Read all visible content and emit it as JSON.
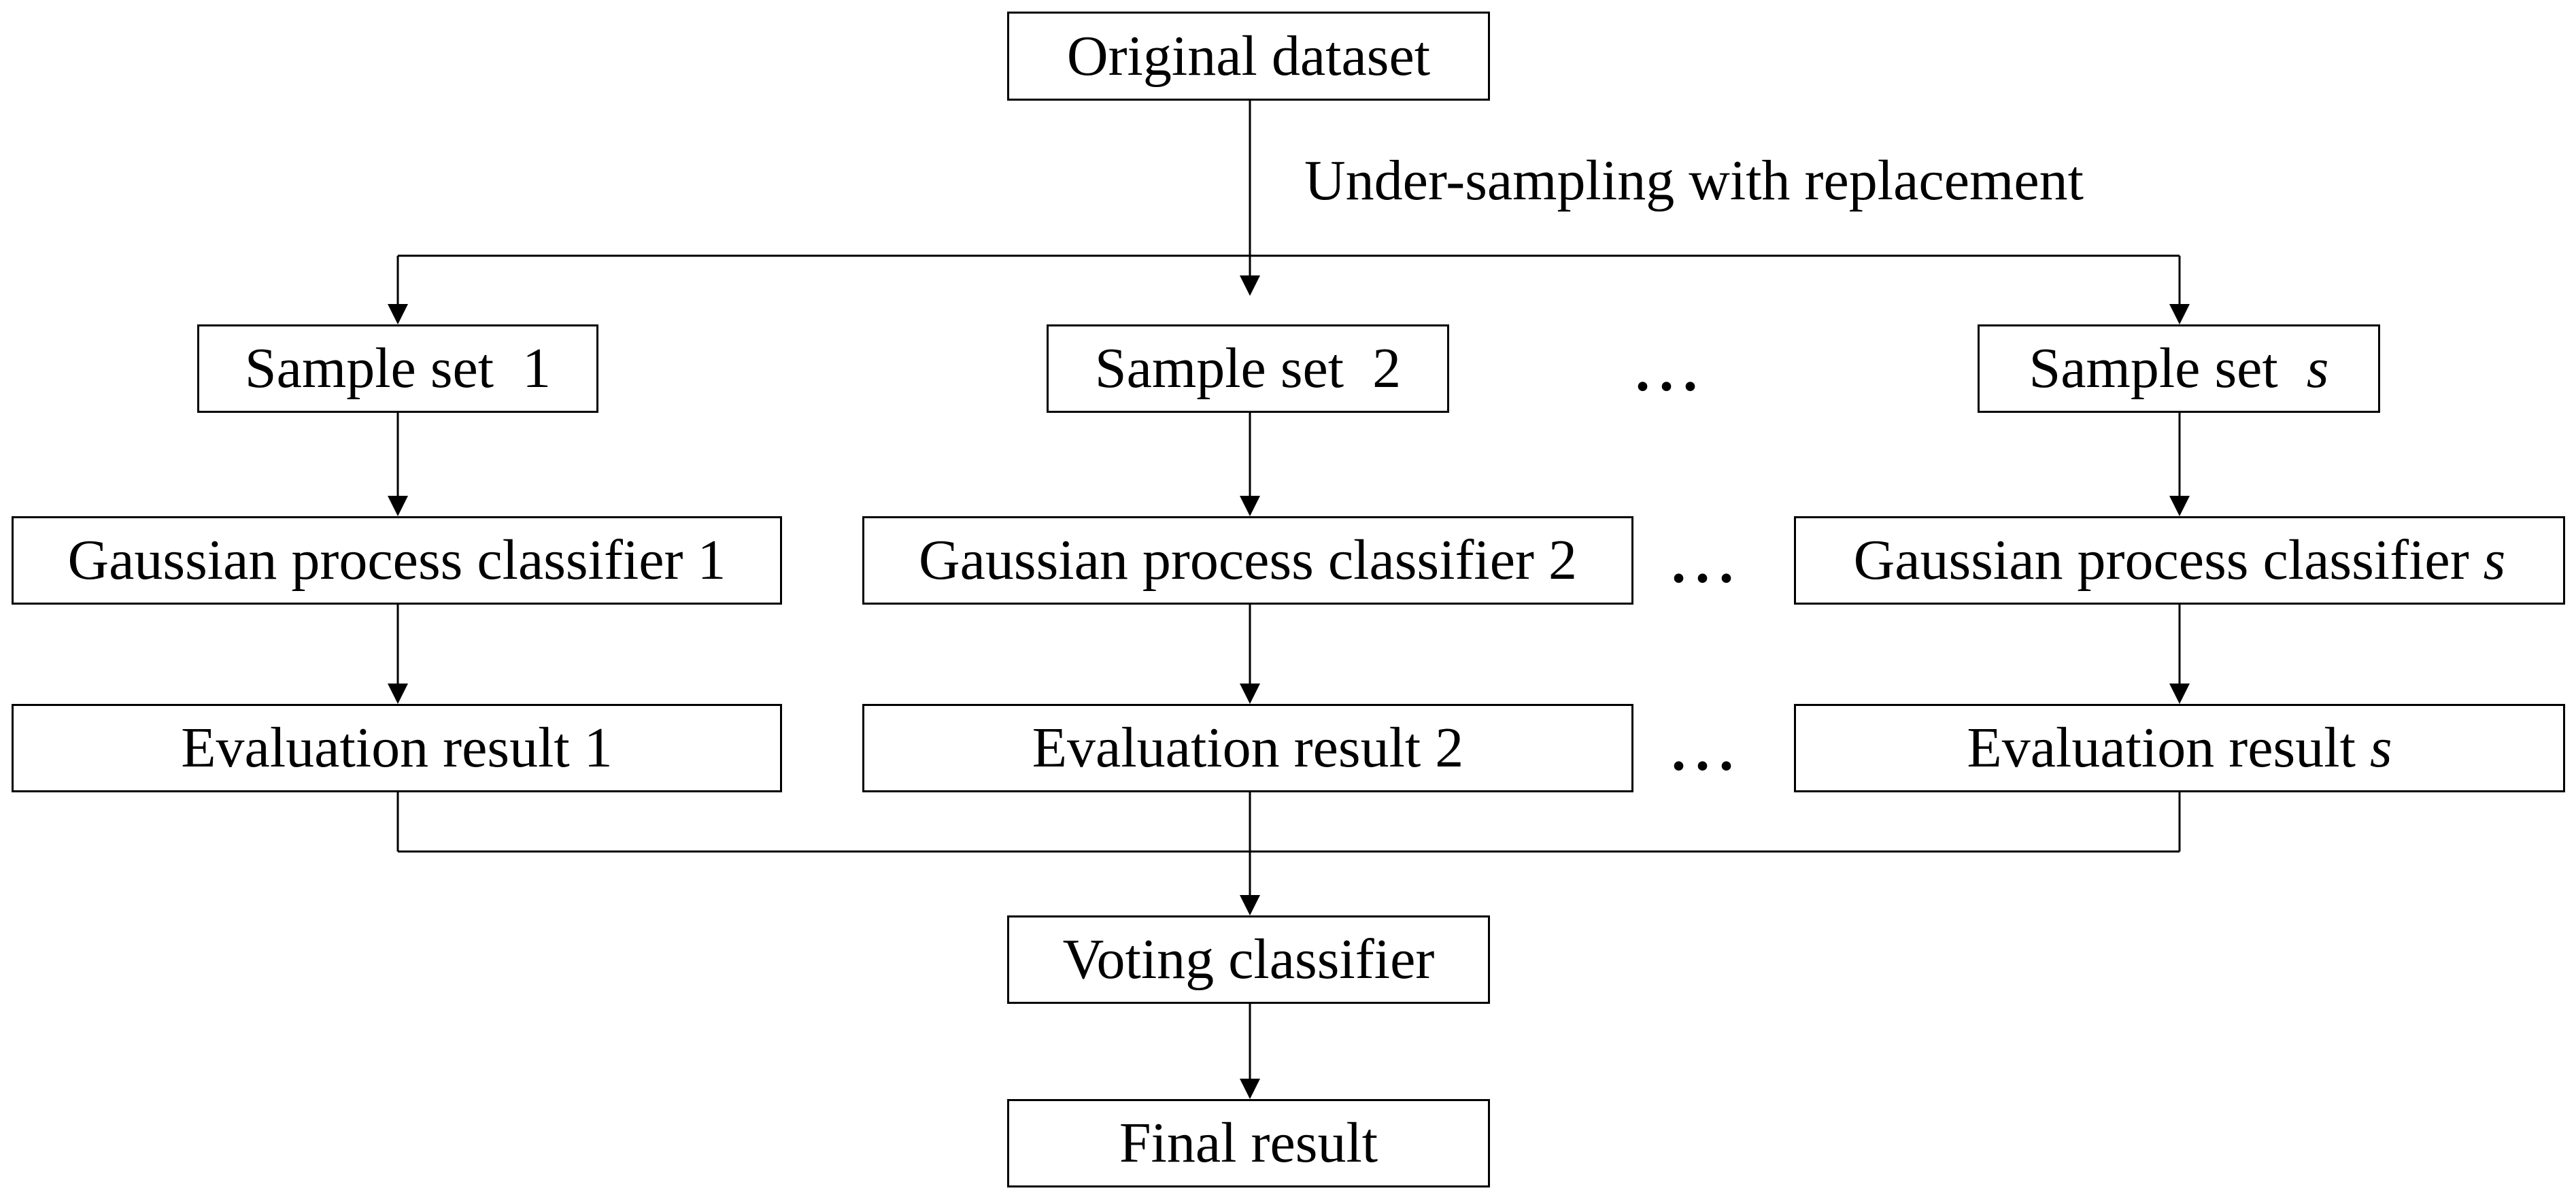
{
  "nodes": {
    "original": "Original dataset",
    "sampling_label": "Under-sampling with replacement",
    "sample_set_1": {
      "text": "Sample set  1"
    },
    "sample_set_2": {
      "text": "Sample set  2"
    },
    "sample_set_s": {
      "text": "Sample set  ",
      "var": "s"
    },
    "gpc_1": {
      "text": "Gaussian process classifier 1"
    },
    "gpc_2": {
      "text": "Gaussian process classifier 2"
    },
    "gpc_s": {
      "text": "Gaussian process classifier ",
      "var": "s"
    },
    "eval_1": {
      "text": "Evaluation result 1"
    },
    "eval_2": {
      "text": "Evaluation result 2"
    },
    "eval_s": {
      "text": "Evaluation result ",
      "var": "s"
    },
    "voting": "Voting classifier",
    "final": "Final result"
  },
  "ellipsis": "...",
  "colors": {
    "stroke": "#000000",
    "background": "#ffffff"
  }
}
